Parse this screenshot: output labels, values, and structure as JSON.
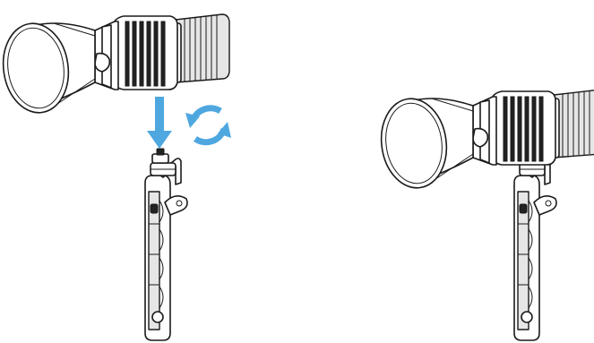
{
  "figure": {
    "panels": [
      {
        "name": "before-mounting",
        "steps": [
          "attach",
          "rotate"
        ]
      },
      {
        "name": "mounted"
      }
    ],
    "arrow_color": "#4fa7e0",
    "icons": [
      "down-arrow-icon",
      "rotate-arrows-icon"
    ]
  }
}
